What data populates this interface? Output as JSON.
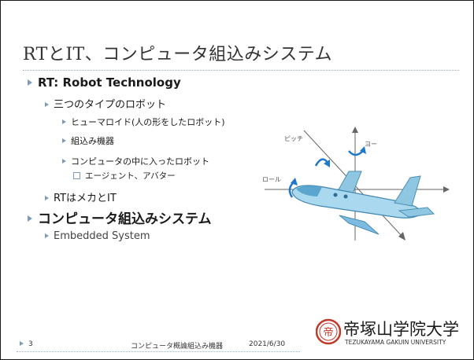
{
  "slide": {
    "title": "RTとIT、コンピュータ組込みシステム"
  },
  "bullets": {
    "rt": "RT: Robot Technology",
    "three_types": "三つのタイプのロボット",
    "humanoid": "ヒューマロイド(人の形をしたロボット)",
    "embedded_device": "組込み機器",
    "robot_in_computer": "コンピュータの中に入ったロボット",
    "agent": "エージェント、アバター",
    "rt_is": "RTはメカとIT",
    "embedded_system_jp": "コンピュータ組込みシステム",
    "embedded_system_en": "Embedded System"
  },
  "diagram": {
    "pitch": "ピッチ",
    "yaw": "ヨー",
    "roll": "ロール"
  },
  "footer": {
    "page": "3",
    "course": "コンピュータ概論組込み機器",
    "date": "2021/6/30"
  },
  "logo": {
    "name_jp": "帝塚山学院大学",
    "name_en": "TEZUKAYAMA GAKUIN UNIVERSITY",
    "seal_char": "帝"
  },
  "colors": {
    "accent_blue": "#7f9bb8",
    "logo_red": "#c0392b",
    "plane_blue": "#6db3d6"
  }
}
